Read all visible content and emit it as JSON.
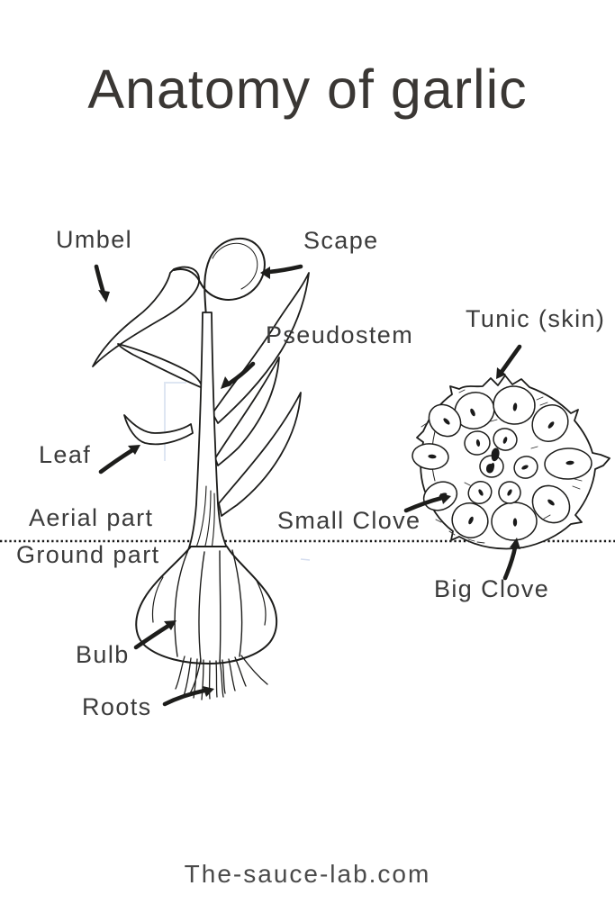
{
  "title": "Anatomy of garlic",
  "labels": {
    "umbel": "Umbel",
    "scape": "Scape",
    "pseudostem": "Pseudostem",
    "tunic_skin": "Tunic (skin)",
    "leaf": "Leaf",
    "aerial_part": "Aerial part",
    "ground_part": "Ground part",
    "small_clove": "Small Clove",
    "big_clove": "Big Clove",
    "bulb": "Bulb",
    "roots": "Roots"
  },
  "footer": {
    "text": "The-sauce-lab.com"
  },
  "divider": {
    "style": "dotted-horizontal-line",
    "separates": [
      "Aerial part",
      "Ground part"
    ]
  },
  "icons": {
    "umbel_arrow": "hand-drawn-arrow-down",
    "scape_arrow": "hand-drawn-arrow-left",
    "pseudostem_arrow": "hand-drawn-arrow-down-left",
    "tunic_arrow": "hand-drawn-arrow-down-left",
    "leaf_arrow": "hand-drawn-arrow-up-right",
    "small_clove_arrow": "hand-drawn-arrow-up-right",
    "big_clove_arrow": "hand-drawn-arrow-up",
    "bulb_arrow": "hand-drawn-arrow-up-right",
    "roots_arrow": "hand-drawn-arrow-up-right"
  },
  "colors": {
    "background": "#ffffff",
    "ink": "#1d1d1b",
    "label_text": "#3b3b3b",
    "title_text": "#3a3734",
    "footer_text": "#4a4a4a",
    "guide_artifact_blue": "#a9bcdf"
  }
}
